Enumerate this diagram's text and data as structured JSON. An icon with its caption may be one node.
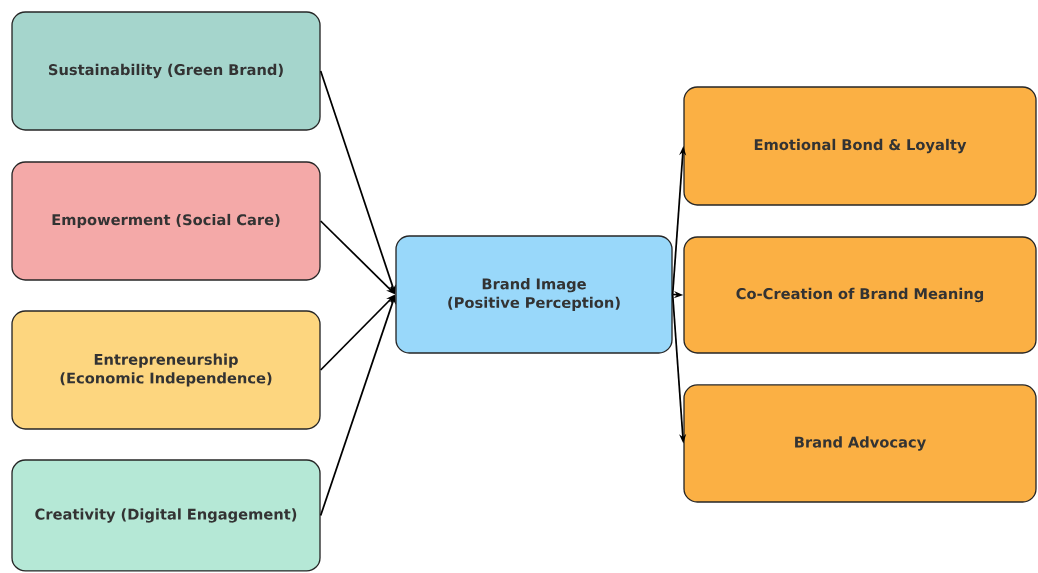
{
  "diagram": {
    "nodes": [
      {
        "text": [
          "Sustainability (Green Brand)"
        ]
      },
      {
        "text": [
          "Empowerment (Social Care)"
        ]
      },
      {
        "text": [
          "Entrepreneurship (Economic Independence)"
        ]
      },
      {
        "text": [
          "Creativity (Digital Engagement)"
        ]
      },
      {
        "text": [
          "Brand Image (Positive Perception)"
        ]
      },
      {
        "text": [
          "Emotional Bond & Loyalty"
        ]
      },
      {
        "text": [
          "Co-Creation of Brand Meaning"
        ]
      },
      {
        "text": [
          "Brand Advocacy"
        ]
      }
    ],
    "edges": [
      {
        "from": 0,
        "to": 4,
        "arrow": "to"
      },
      {
        "from": 1,
        "to": 4,
        "arrow": "to"
      },
      {
        "from": 2,
        "to": 4,
        "arrow": "to"
      },
      {
        "from": 3,
        "to": 4,
        "arrow": "to"
      },
      {
        "from": 4,
        "to": 5,
        "arrow": "to"
      },
      {
        "from": 4,
        "to": 6,
        "arrow": "to"
      },
      {
        "from": 4,
        "to": 7,
        "arrow": "to"
      }
    ]
  }
}
